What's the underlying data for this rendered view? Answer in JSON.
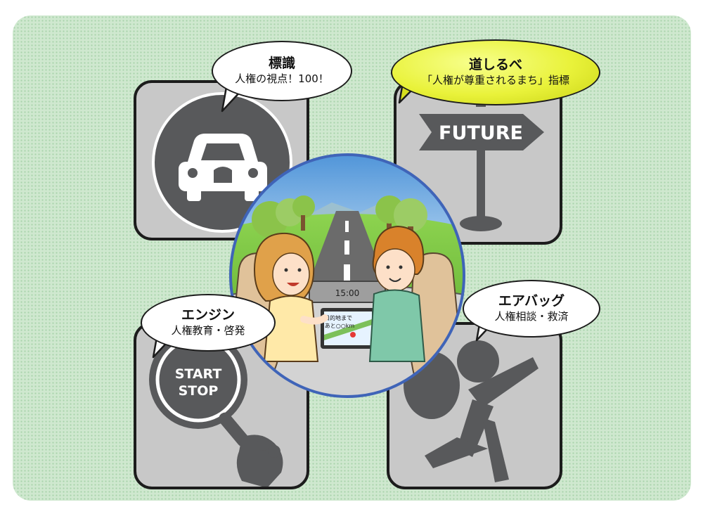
{
  "items": [
    {
      "id": "sign",
      "title": "標識",
      "subtitle": "人権の視点！100！"
    },
    {
      "id": "guidepost",
      "title": "道しるべ",
      "subtitle": "「人権が尊重されるまち」指標"
    },
    {
      "id": "engine",
      "title": "エンジン",
      "subtitle": "人権教育・啓発"
    },
    {
      "id": "airbag",
      "title": "エアバッグ",
      "subtitle": "人権相談・救済"
    }
  ],
  "icons": {
    "future_sign_text": "FUTURE",
    "start_button_line1": "START",
    "start_button_line2": "STOP"
  },
  "center_illustration": {
    "clock_text": "15:00",
    "navi_line1": "目的地まで",
    "navi_line2": "あと○○km"
  },
  "colors": {
    "icon_gray": "#58595b",
    "panel_gray": "#c8c8c8",
    "bubble_highlight": "#e9f23a",
    "background_green": "#cfe8cf"
  }
}
